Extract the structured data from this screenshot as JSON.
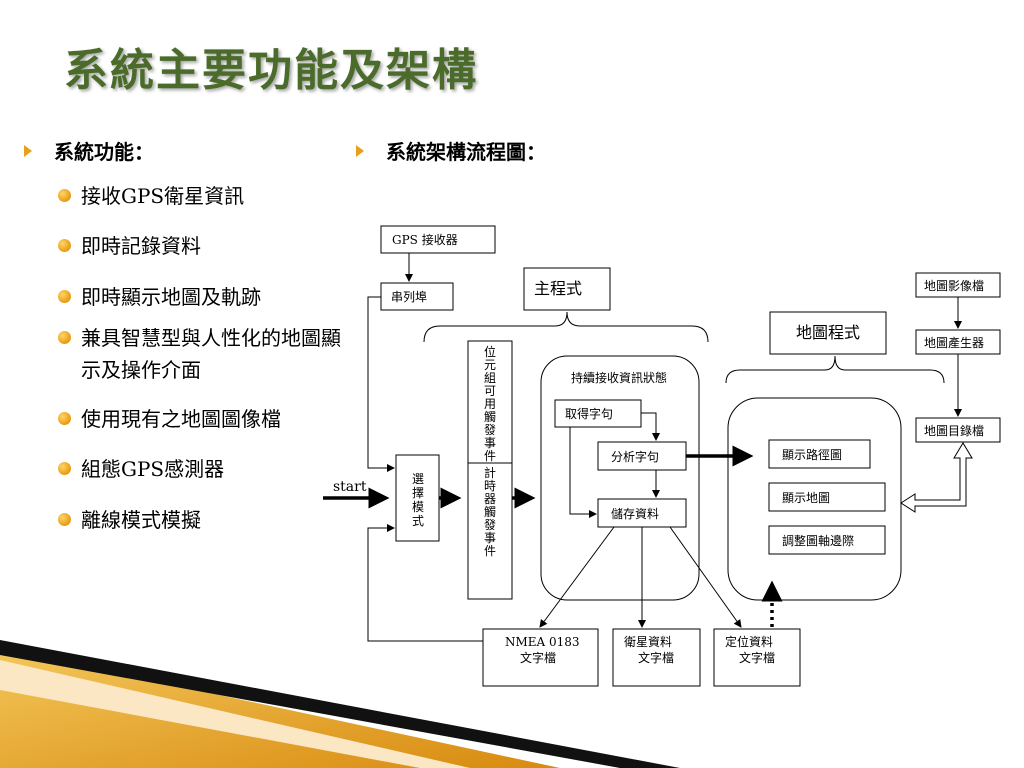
{
  "title": "系統主要功能及架構",
  "left_section": {
    "heading": "系統功能：",
    "items": [
      "接收GPS衛星資訊",
      "即時記錄資料",
      "即時顯示地圖及軌跡",
      "兼具智慧型與人性化的地圖顯示及操作介面",
      "使用現有之地圖圖像檔",
      "組態GPS感測器",
      "離線模式模擬"
    ]
  },
  "right_section": {
    "heading": "系統架構流程圖："
  },
  "diagram": {
    "gps_receiver": "GPS 接收器",
    "serial_port": "串列埠",
    "main_program": "主程式",
    "map_program": "地圖程式",
    "start": "start",
    "select_mode": [
      "選",
      "擇",
      "模",
      "式"
    ],
    "event_top": [
      "位",
      "元",
      "組",
      "可",
      "用",
      "觸",
      "發",
      "事",
      "件"
    ],
    "event_bottom": [
      "計",
      "時",
      "器",
      "觸",
      "發",
      "事",
      "件"
    ],
    "continuous_receive": "持續接收資訊狀態",
    "get_sentence": "取得字句",
    "analyze_sentence": "分析字句",
    "store_data": "儲存資料",
    "show_route": "顯示路徑圖",
    "show_map": "顯示地圖",
    "adjust_border": "調整圖軸邊際",
    "map_image_file": "地圖影像檔",
    "map_generator": "地圖產生器",
    "map_directory_file": "地圖目錄檔",
    "nmea_file": [
      "NMEA 0183",
      "文字檔"
    ],
    "satellite_file": [
      "衛星資料",
      "文字檔"
    ],
    "position_file": [
      "定位資料",
      "文字檔"
    ]
  }
}
